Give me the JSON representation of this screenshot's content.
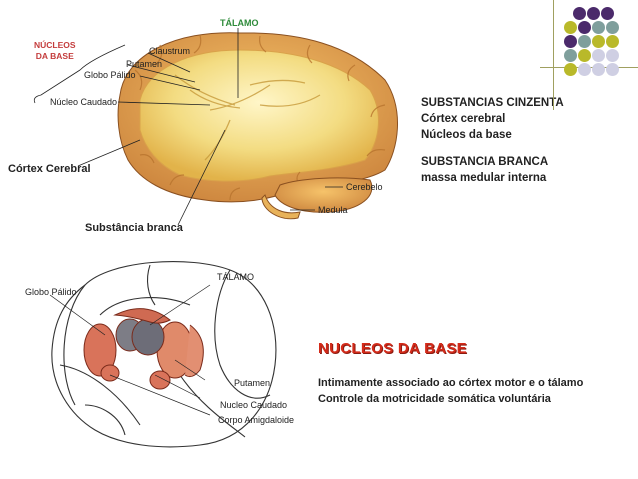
{
  "top_figure": {
    "labels": {
      "nucleos_da_base": "NÚCLEOS\nDA BASE",
      "talamo": "TÁLAMO",
      "claustrum": "Claustrum",
      "putamen": "Putamen",
      "globo_palido": "Globo Pálido",
      "nucleo_caudado": "Núcleo Caudado",
      "cortex_cerebral": "Córtex Cerebral",
      "cerebelo": "Cerebelo",
      "medula": "Medula",
      "substancia_branca": "Substância branca"
    }
  },
  "right_text": {
    "cinzenta_title": "SUBSTANCIAS CINZENTA",
    "cinzenta_items": [
      "Córtex cerebral",
      "Núcleos da base"
    ],
    "branca_title": "SUBSTANCIA BRANCA",
    "branca_items": [
      "massa medular interna"
    ]
  },
  "bottom_figure": {
    "labels": {
      "talamo": "TÁLAMO",
      "globo_palido": "Globo Pálido",
      "putamen": "Putamen",
      "nucleo_caudado": "Nucleo Caudado",
      "corpo_amigdaloide": "Corpo Amigdaloide"
    }
  },
  "section": {
    "title": "NUCLEOS DA BASE",
    "lines": [
      "Intimamente associado ao córtex motor e o tálamo",
      "Controle da motricidade somática voluntária"
    ]
  },
  "decor": {
    "dot_colors": {
      "purple": "#4b2a6b",
      "teal": "#7f9f9c",
      "olive": "#b9b92a",
      "lavender": "#cfcfe3"
    },
    "accent_red": "#d42b1a"
  }
}
